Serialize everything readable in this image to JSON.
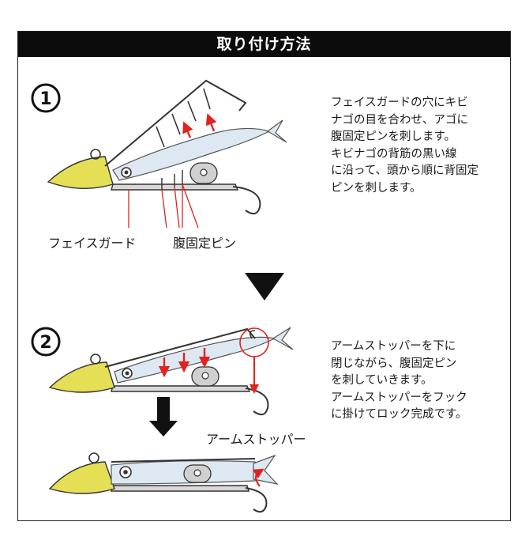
{
  "title": "取り付け方法",
  "steps": [
    {
      "number": "1",
      "description": [
        "フェイスガードの穴にキビ",
        "ナゴの目を合わせ、アゴに",
        "腹固定ピンを刺します。",
        "キビナゴの背筋の黒い線",
        "に沿って、頭から順に背固定",
        "ピンを刺します。"
      ],
      "labels": {
        "face_guard": "フェイスガード",
        "belly_pin": "腹固定ピン"
      }
    },
    {
      "number": "2",
      "description": [
        "アームストッパーを下に",
        "閉じながら、腹固定ピン",
        "を刺していきます。",
        "アームストッパーをフック",
        "に掛けてロック完成です。"
      ],
      "labels": {
        "arm_stopper": "アームストッパー"
      }
    }
  ],
  "colors": {
    "accent_red": "#e0231d",
    "head_yellow": "#e4df55",
    "bar_black": "#0c0c0c",
    "fish_blue": "#dde8f3"
  }
}
